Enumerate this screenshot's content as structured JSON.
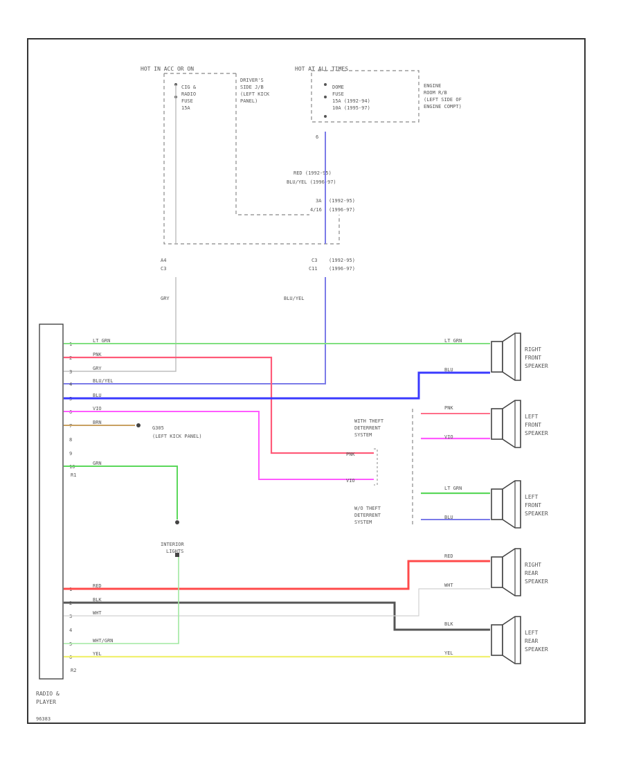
{
  "colors": {
    "lt_grn": "#7fe07f",
    "pnk": "#ff5a78",
    "gry": "#bdbdbd",
    "blu_yel": "#7a7ae8",
    "blu": "#3a3aff",
    "vio": "#ff5aff",
    "brn": "#c8a060",
    "grn": "#5ad85a",
    "red": "#ff4a4a",
    "blk": "#555555",
    "wht": "#d0d0d0",
    "wht_grn": "#a0e8a0",
    "yel": "#f0f070"
  },
  "top": {
    "hot_left": "HOT IN ACC OR ON",
    "fuse_left": [
      "CIG &",
      "RADIO",
      "FUSE",
      "15A"
    ],
    "driver_jb": [
      "DRIVER'S",
      "SIDE J/B",
      "(LEFT KICK",
      "PANEL)"
    ],
    "hot_right": "HOT AT ALL TIMES",
    "fuse_right": [
      "DOME",
      "FUSE",
      "15A (1992-94)",
      "10A (1995-97)"
    ],
    "engine_room": [
      "ENGINE",
      "ROOM R/B",
      "(LEFT SIDE OF",
      "ENGINE COMPT)"
    ],
    "pin_6": "6",
    "red_note": "RED (1992-95)",
    "bluyel_note": "BLU/YEL (1996-97)",
    "jb_pin": "3A",
    "jb_pin_note": "(1992-95)",
    "jb_code": "4/16",
    "jb_code_note": "(1996-97)",
    "a4": "A4",
    "c3": "C3",
    "c3_right": "C3",
    "c3_right_note": "(1992-95)",
    "c11_right": "C11",
    "c11_right_note": "(1996-97)",
    "gry_label": "GRY",
    "bluyel_label": "BLU/YEL"
  },
  "radio": {
    "label_line1": "RADIO &",
    "label_line2": "PLAYER",
    "code": "96383",
    "conn_r1": "R1",
    "conn_r2": "R2"
  },
  "r1_pins": [
    {
      "pin": "1",
      "wire": "LT GRN"
    },
    {
      "pin": "2",
      "wire": "PNK"
    },
    {
      "pin": "3",
      "wire": "GRY"
    },
    {
      "pin": "4",
      "wire": "BLU/YEL"
    },
    {
      "pin": "5",
      "wire": "BLU"
    },
    {
      "pin": "6",
      "wire": "VIO"
    },
    {
      "pin": "7",
      "wire": "BRN"
    },
    {
      "pin": "8",
      "wire": ""
    },
    {
      "pin": "9",
      "wire": ""
    },
    {
      "pin": "10",
      "wire": "GRN"
    }
  ],
  "r2_pins": [
    {
      "pin": "1",
      "wire": "RED"
    },
    {
      "pin": "2",
      "wire": "BLK"
    },
    {
      "pin": "3",
      "wire": "WHT"
    },
    {
      "pin": "4",
      "wire": ""
    },
    {
      "pin": "5",
      "wire": "WHT/GRN"
    },
    {
      "pin": "6",
      "wire": "YEL"
    }
  ],
  "ground": {
    "code": "G305",
    "location": "(LEFT KICK PANEL)"
  },
  "interior_lights": [
    "INTERIOR",
    "LIGHTS"
  ],
  "theft": {
    "with": [
      "WITH THEFT",
      "DETERRENT",
      "SYSTEM"
    ],
    "without": [
      "W/O THEFT",
      "DETERRENT",
      "SYSTEM"
    ],
    "pnk": "PNK",
    "vio": "VIO"
  },
  "speakers": [
    {
      "name": [
        "RIGHT",
        "FRONT",
        "SPEAKER"
      ],
      "wire_top": "LT GRN",
      "wire_bottom": "BLU"
    },
    {
      "name": [
        "LEFT",
        "FRONT",
        "SPEAKER"
      ],
      "wire_top": "PNK",
      "wire_bottom": "VIO"
    },
    {
      "name": [
        "LEFT",
        "FRONT",
        "SPEAKER"
      ],
      "wire_top": "LT GRN",
      "wire_bottom": "BLU"
    },
    {
      "name": [
        "RIGHT",
        "REAR",
        "SPEAKER"
      ],
      "wire_top": "RED",
      "wire_bottom": "WHT"
    },
    {
      "name": [
        "LEFT",
        "REAR",
        "SPEAKER"
      ],
      "wire_top": "BLK",
      "wire_bottom": "YEL"
    }
  ]
}
